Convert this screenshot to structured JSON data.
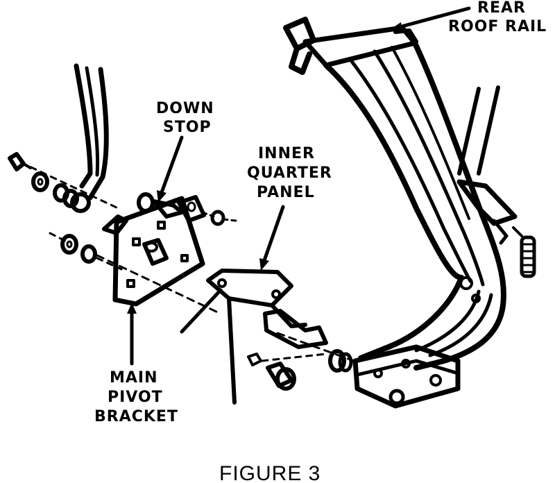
{
  "labels": {
    "rear_roof_rail": [
      "REAR",
      "ROOF RAIL"
    ],
    "down_stop": [
      "DOWN",
      "STOP"
    ],
    "inner_quarter_panel": [
      "INNER",
      "QUARTER",
      "PANEL"
    ],
    "main_pivot_bracket": [
      "MAIN",
      "PIVOT",
      "BRACKET"
    ]
  },
  "caption": "FIGURE 3"
}
